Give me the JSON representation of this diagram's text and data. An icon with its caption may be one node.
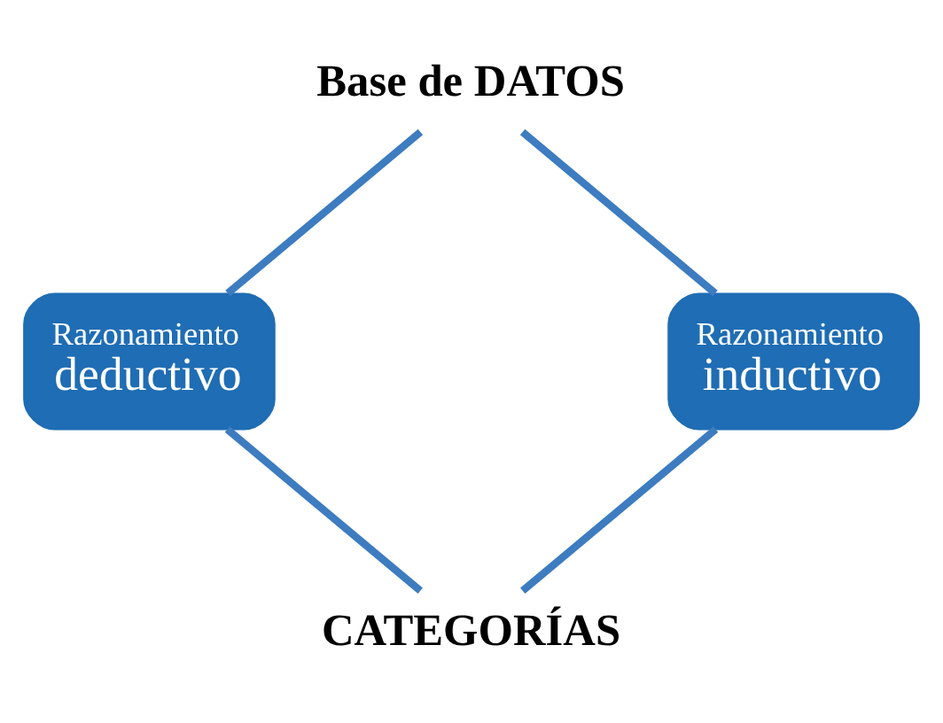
{
  "diagram": {
    "nodes": [
      {
        "text": [
          "Base de DATOS"
        ]
      },
      {
        "text": [
          "Razonamiento",
          "deductivo"
        ]
      },
      {
        "text": [
          "Razonamiento",
          "inductivo"
        ]
      },
      {
        "text": [
          "CATEGORÍAS"
        ]
      }
    ],
    "edges": [
      {
        "from": 0,
        "to": 1,
        "arrow": "none"
      },
      {
        "from": 0,
        "to": 2,
        "arrow": "none"
      },
      {
        "from": 1,
        "to": 3,
        "arrow": "none"
      },
      {
        "from": 2,
        "to": 3,
        "arrow": "none"
      }
    ]
  }
}
